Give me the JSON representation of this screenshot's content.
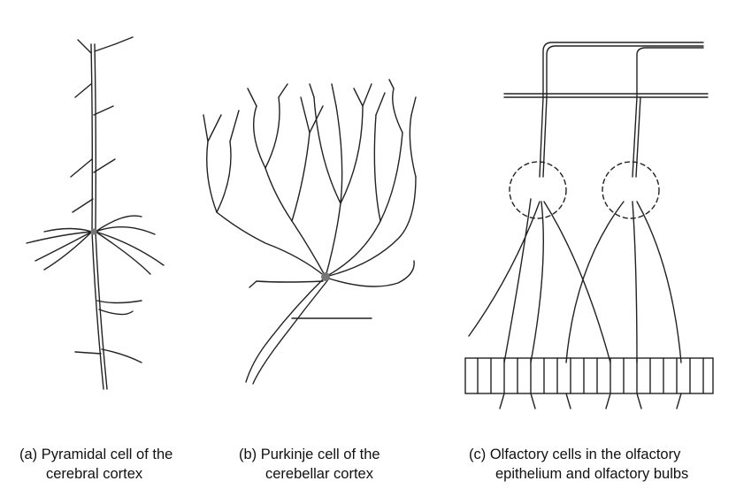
{
  "panels": [
    {
      "id": "a",
      "caption_line1": "(a) Pyramidal cell of the",
      "caption_line2": "cerebral cortex"
    },
    {
      "id": "b",
      "caption_line1": "(b) Purkinje cell of the",
      "caption_line2": "cerebellar cortex"
    },
    {
      "id": "c",
      "caption_line1": "(c) Olfactory cells in the olfactory",
      "caption_line2": "epithelium and olfactory bulbs"
    }
  ],
  "colors": {
    "line": "#222222",
    "soma": "#777777",
    "background": "#ffffff"
  }
}
